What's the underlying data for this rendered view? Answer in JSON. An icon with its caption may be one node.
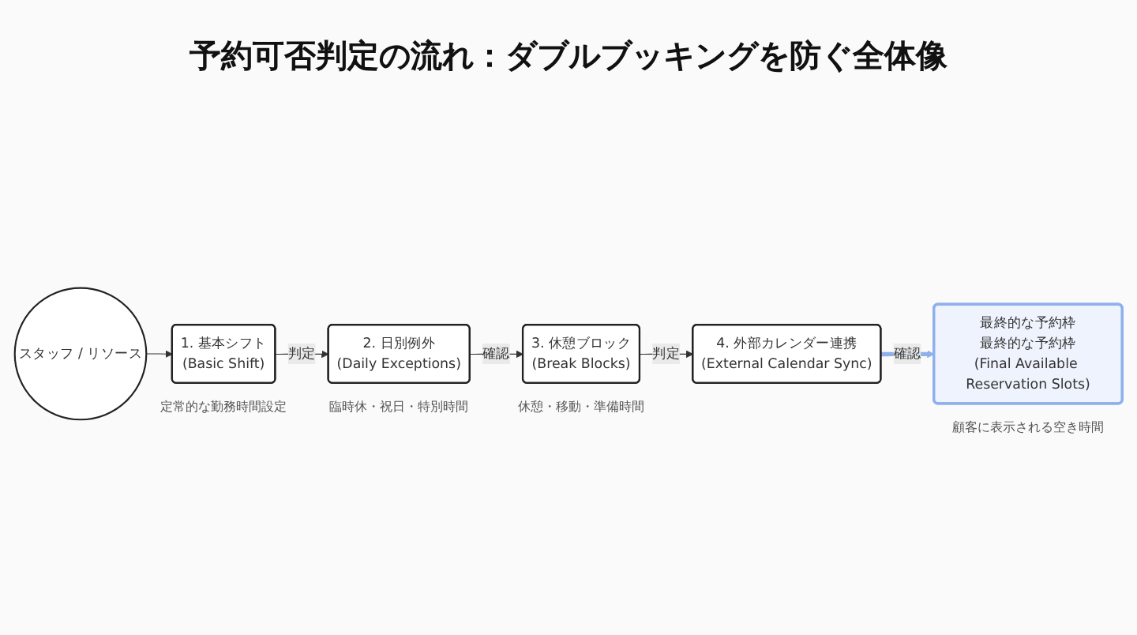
{
  "diagram": {
    "title": "予約可否判定の流れ：ダブルブッキングを防ぐ全体像",
    "nodes": [
      {
        "text": [
          "スタッフ / リソース"
        ]
      },
      {
        "text": [
          "1. 基本シフト",
          "(Basic Shift)"
        ],
        "beside": [
          "定常的な勤務時間設定"
        ]
      },
      {
        "text": [
          "2. 日別例外",
          "(Daily Exceptions)"
        ],
        "beside": [
          "臨時休・祝日・特別時間"
        ]
      },
      {
        "text": [
          "3. 休憩ブロック",
          "(Break Blocks)"
        ],
        "beside": [
          "休憩・移動・準備時間"
        ]
      },
      {
        "text": [
          "4. 外部カレンダー連携",
          "(External Calendar Sync)"
        ]
      },
      {
        "text": [
          "最終的な予約枠",
          "最終的な予約枠",
          "(Final Available Reservation Slots)"
        ],
        "beside": [
          "顧客に表示される空き時間"
        ]
      }
    ],
    "edges": [
      {
        "from": 0,
        "to": 1,
        "arrow": "to"
      },
      {
        "from": 1,
        "to": 2,
        "arrow": "to",
        "label": "判定"
      },
      {
        "from": 2,
        "to": 3,
        "arrow": "to",
        "label": "確認"
      },
      {
        "from": 3,
        "to": 4,
        "arrow": "to",
        "label": "判定"
      },
      {
        "from": 4,
        "to": 5,
        "arrow": "to",
        "label": "確認",
        "style": "thick",
        "color": "#8fb0ea"
      }
    ]
  }
}
